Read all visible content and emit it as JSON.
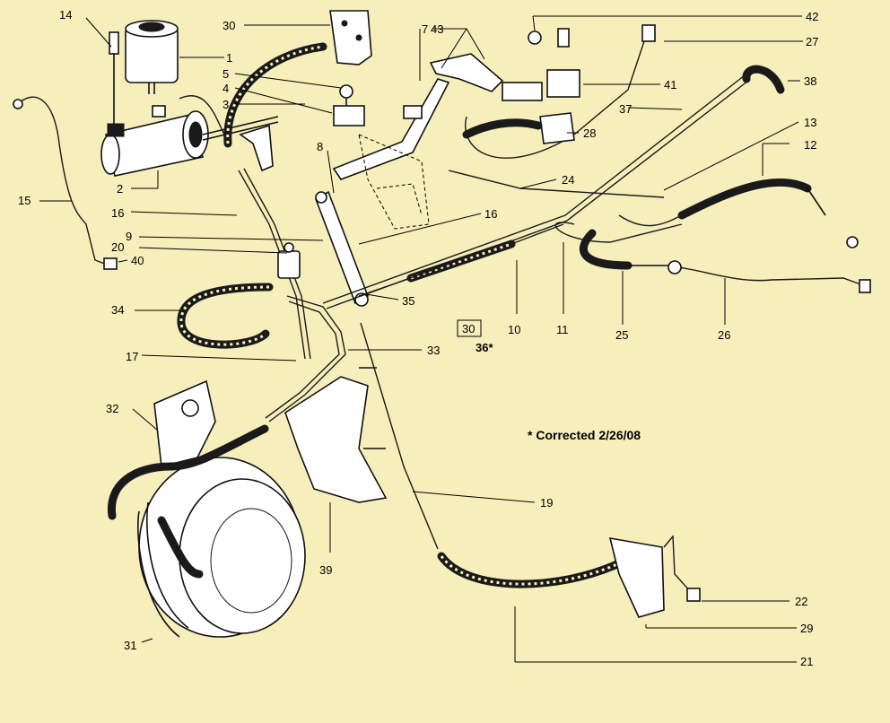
{
  "note": "* Corrected 2/26/08",
  "boxed_label": "30",
  "labels": [
    {
      "id": "l1",
      "text": "1"
    },
    {
      "id": "l2",
      "text": "2"
    },
    {
      "id": "l3",
      "text": "3"
    },
    {
      "id": "l4",
      "text": "4"
    },
    {
      "id": "l5",
      "text": "5"
    },
    {
      "id": "l7",
      "text": "7"
    },
    {
      "id": "l8",
      "text": "8"
    },
    {
      "id": "l9",
      "text": "9"
    },
    {
      "id": "l10",
      "text": "10"
    },
    {
      "id": "l11",
      "text": "11"
    },
    {
      "id": "l12",
      "text": "12"
    },
    {
      "id": "l13",
      "text": "13"
    },
    {
      "id": "l14",
      "text": "14"
    },
    {
      "id": "l15",
      "text": "15"
    },
    {
      "id": "l16a",
      "text": "16"
    },
    {
      "id": "l16b",
      "text": "16"
    },
    {
      "id": "l17",
      "text": "17"
    },
    {
      "id": "l19",
      "text": "19"
    },
    {
      "id": "l20",
      "text": "20"
    },
    {
      "id": "l21",
      "text": "21"
    },
    {
      "id": "l22",
      "text": "22"
    },
    {
      "id": "l24",
      "text": "24"
    },
    {
      "id": "l25",
      "text": "25"
    },
    {
      "id": "l26",
      "text": "26"
    },
    {
      "id": "l27",
      "text": "27"
    },
    {
      "id": "l28",
      "text": "28"
    },
    {
      "id": "l29",
      "text": "29"
    },
    {
      "id": "l30",
      "text": "30"
    },
    {
      "id": "l31",
      "text": "31"
    },
    {
      "id": "l32",
      "text": "32"
    },
    {
      "id": "l33",
      "text": "33"
    },
    {
      "id": "l34",
      "text": "34"
    },
    {
      "id": "l35",
      "text": "35"
    },
    {
      "id": "l36",
      "text": "36*"
    },
    {
      "id": "l37",
      "text": "37"
    },
    {
      "id": "l38",
      "text": "38"
    },
    {
      "id": "l39",
      "text": "39"
    },
    {
      "id": "l40",
      "text": "40"
    },
    {
      "id": "l41",
      "text": "41"
    },
    {
      "id": "l42",
      "text": "42"
    },
    {
      "id": "l43",
      "text": "43"
    }
  ]
}
